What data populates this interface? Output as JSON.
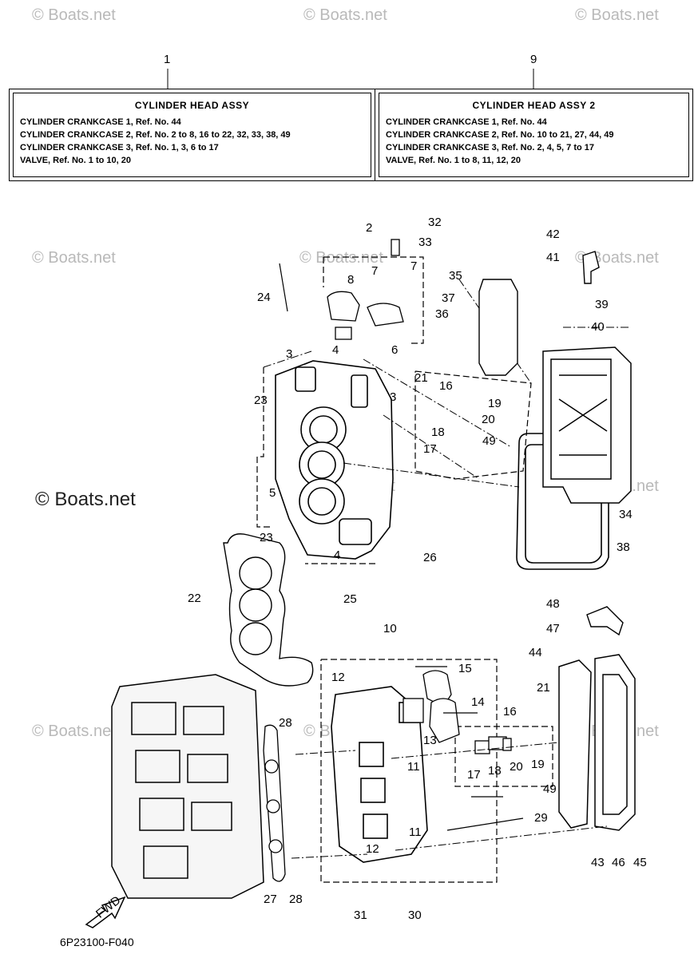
{
  "watermark": "© Boats.net",
  "box1": {
    "number": "1",
    "title": "CYLINDER  HEAD  ASSY",
    "lines": [
      "CYLINDER CRANKCASE 1,  Ref. No. 44",
      "CYLINDER CRANKCASE 2,  Ref. No. 2 to 8, 16 to 22, 32, 33, 38, 49",
      "CYLINDER CRANKCASE 3,  Ref. No. 1, 3, 6 to 17",
      "VALVE,  Ref. No. 1 to 10, 20"
    ]
  },
  "box2": {
    "number": "9",
    "title": "CYLINDER  HEAD  ASSY 2",
    "lines": [
      "CYLINDER CRANKCASE 1,  Ref. No. 44",
      "CYLINDER CRANKCASE 2,  Ref. No. 10 to 21, 27, 44, 49",
      "CYLINDER CRANKCASE 3,  Ref. No. 2, 4, 5, 7 to 17",
      "VALVE,  Ref. No. 1 to 8, 11, 12, 20"
    ]
  },
  "callouts": [
    "32",
    "33",
    "2",
    "7",
    "7",
    "8",
    "24",
    "3",
    "4",
    "6",
    "3",
    "23",
    "21",
    "16",
    "19",
    "20",
    "18",
    "17",
    "49",
    "5",
    "23",
    "4",
    "26",
    "25",
    "22",
    "35",
    "37",
    "36",
    "42",
    "41",
    "39",
    "40",
    "34",
    "38",
    "10",
    "12",
    "15",
    "14",
    "13",
    "16",
    "21",
    "20",
    "19",
    "17",
    "18",
    "44",
    "47",
    "48",
    "28",
    "11",
    "49",
    "11",
    "29",
    "12",
    "27",
    "28",
    "31",
    "30",
    "43",
    "46",
    "45"
  ],
  "fwd_label": "FWD",
  "diagram_code": "6P23100-F040"
}
